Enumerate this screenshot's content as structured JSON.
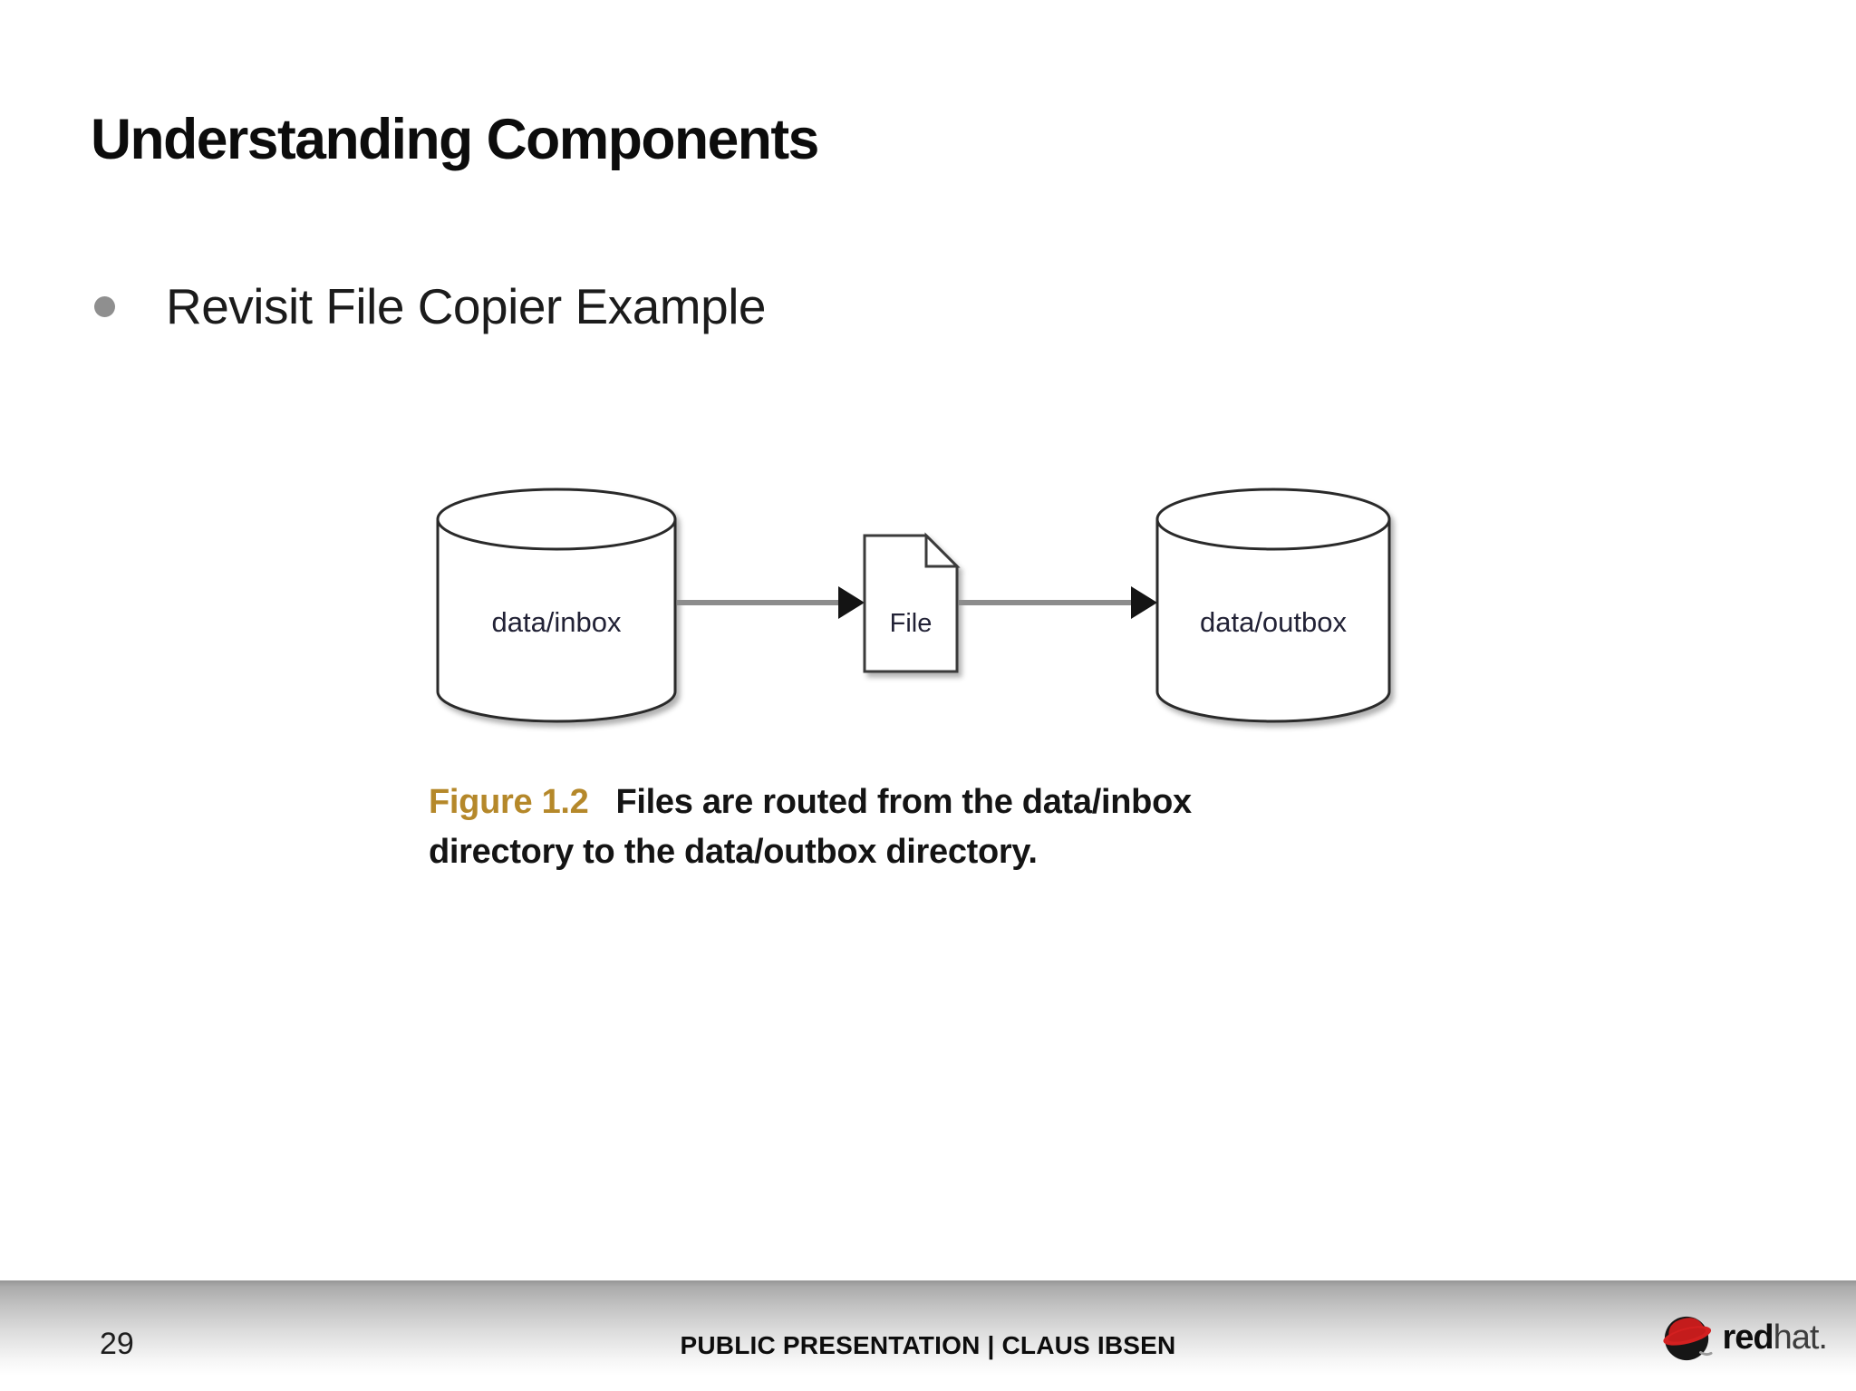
{
  "slide": {
    "title": "Understanding Components",
    "bullet_text": "Revisit File Copier Example"
  },
  "figure": {
    "caption_label": "Figure 1.2",
    "caption_line1": "Files are routed from the data/inbox",
    "caption_line2": "directory to the data/outbox directory.",
    "diagram": {
      "source_label": "data/inbox",
      "file_label": "File",
      "target_label": "data/outbox"
    }
  },
  "footer": {
    "page_number": "29",
    "presentation_label": "PUBLIC PRESENTATION | CLAUS IBSEN",
    "logo_text_bold": "red",
    "logo_text_regular": "hat."
  },
  "colors": {
    "figure_label_gold": "#b5882a",
    "brand_red": "#c41c1c",
    "bullet_dot_gray": "#8f8f8f",
    "footer_gradient_top": "#969696",
    "arrow_line_gray": "#8c8c8c"
  }
}
